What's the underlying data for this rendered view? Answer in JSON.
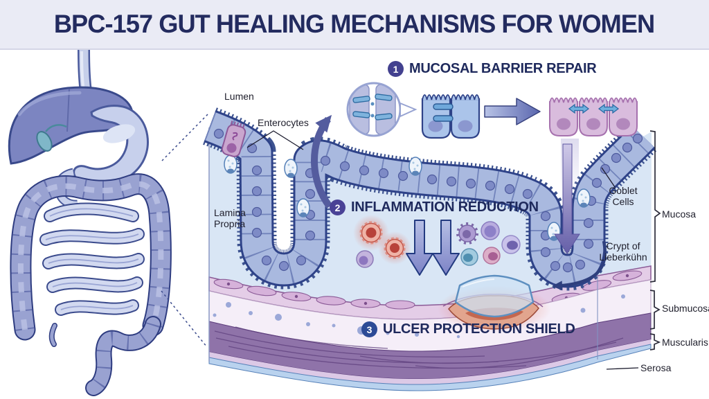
{
  "title": "BPC-157 GUT HEALING MECHANISMS FOR WOMEN",
  "mechanisms": [
    {
      "number": "1",
      "label": "MUCOSAL BARRIER REPAIR"
    },
    {
      "number": "2",
      "label": "INFLAMMATION REDUCTION"
    },
    {
      "number": "3",
      "label": "ULCER PROTECTION SHIELD"
    }
  ],
  "labels": {
    "lumen": "Lumen",
    "enterocytes": "Enterocytes",
    "lamina_1": "Lamina",
    "lamina_2": "Propria",
    "goblet_1": "Goblet",
    "goblet_2": "Cells",
    "crypt_1": "Crypt of",
    "crypt_2": "Lieberkühn",
    "mucosa": "Mucosa",
    "submucosa": "Submucosa",
    "muscularis": "Muscularis",
    "serosa": "Serosa"
  },
  "colors": {
    "title_bg": "#eaebf5",
    "heading_text": "#1e295c",
    "badge_1": "#43418f",
    "badge_2": "#4a4296",
    "badge_3": "#2c4a96",
    "epithelium_fill": "#a9b9df",
    "epithelium_outline": "#2e4288",
    "lamina_propria": "#d9e6f5",
    "muscularis_mucosae": "#e4cde7",
    "submucosa": "#f5eef8",
    "muscularis_externa": "#8f73a9",
    "serosa": "#b9d2ee",
    "inflammation_red": "#b8423a",
    "shield_blue": "#5d8fc0",
    "arrow_purple": "#636db2"
  }
}
